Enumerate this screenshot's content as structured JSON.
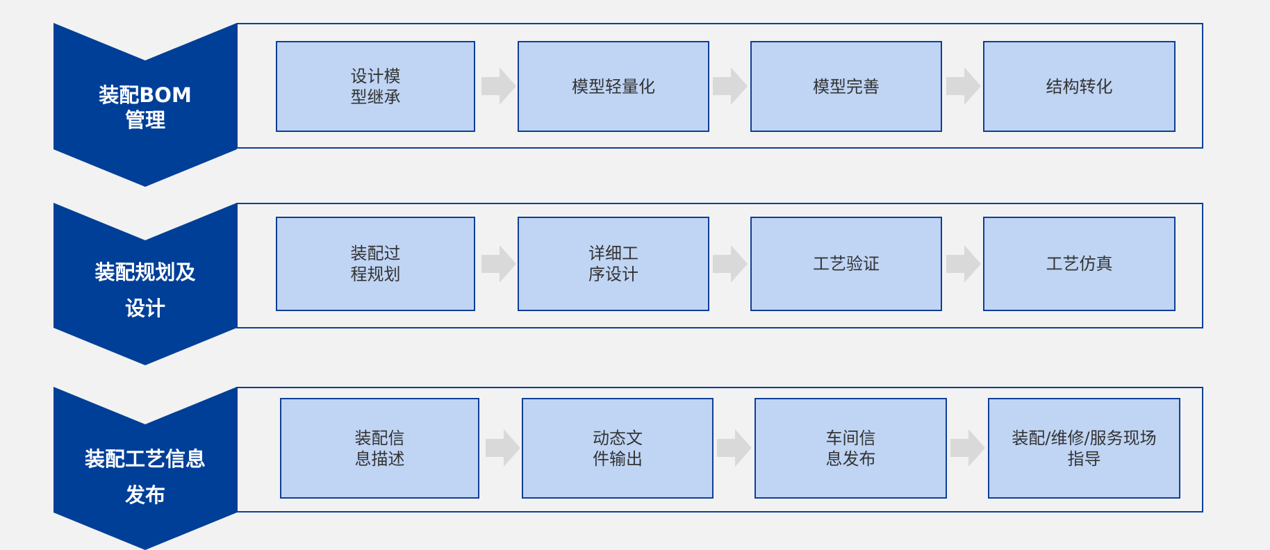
{
  "colors": {
    "background": "#f2f2f2",
    "chevron": "#003f98",
    "panel_border": "#0e3e96",
    "step_fill": "#c0d5f4",
    "step_text": "#333333",
    "arrow": "#d9d9d9"
  },
  "rows": [
    {
      "title": "装配BOM\n管理",
      "steps": [
        "设计模\n型继承",
        "模型轻量化",
        "模型完善",
        "结构转化"
      ]
    },
    {
      "title": "装配规划及\n设计",
      "steps": [
        "装配过\n程规划",
        "详细工\n序设计",
        "工艺验证",
        "工艺仿真"
      ]
    },
    {
      "title": "装配工艺信息\n发布",
      "steps": [
        "装配信\n息描述",
        "动态文\n件输出",
        "车间信\n息发布",
        "装配/维修/服务现场\n指导"
      ]
    }
  ]
}
